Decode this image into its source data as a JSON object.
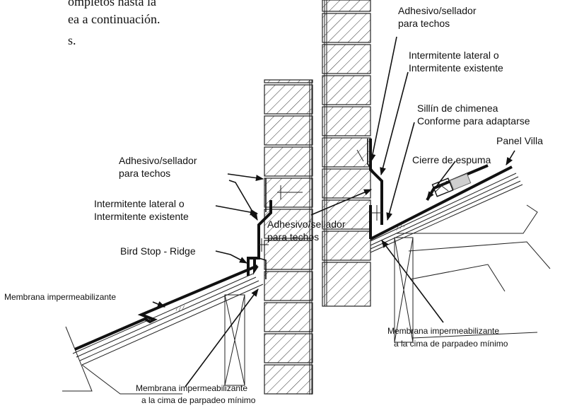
{
  "intro_text": {
    "line1": "ompletos hasta la",
    "line2": "ea a continuación.",
    "line3": "s."
  },
  "left_detail": {
    "adhesive_line1": "Adhesivo/sellador",
    "adhesive_line2": "para techos",
    "flashing_line1": "Intermitente lateral o",
    "flashing_line2": "Intermitente existente",
    "bird_stop": "Bird Stop - Ridge",
    "membrane": "Membrana impermeabilizante",
    "membrane_min_line1": "Membrana impermeabilizante",
    "membrane_min_line2": "a la cima de parpadeo mínimo"
  },
  "right_detail": {
    "adhesive_line1": "Adhesivo/sellador",
    "adhesive_line2": "para techos",
    "flashing_line1": "Intermitente lateral o",
    "flashing_line2": "Intermitente existente",
    "cricket_line1": "Sillín de chimenea",
    "cricket_line2": "Conforme para adaptarse",
    "panel": "Panel Villa",
    "foam_closure": "Cierre de espuma",
    "membrane_min_line1": "Membrana impermeabilizante",
    "membrane_min_line2": "a la cima de parpadeo mínimo"
  },
  "center_overlap": {
    "adhesive_line1": "Adhesivo/sellador",
    "adhesive_line2": "para techos"
  }
}
